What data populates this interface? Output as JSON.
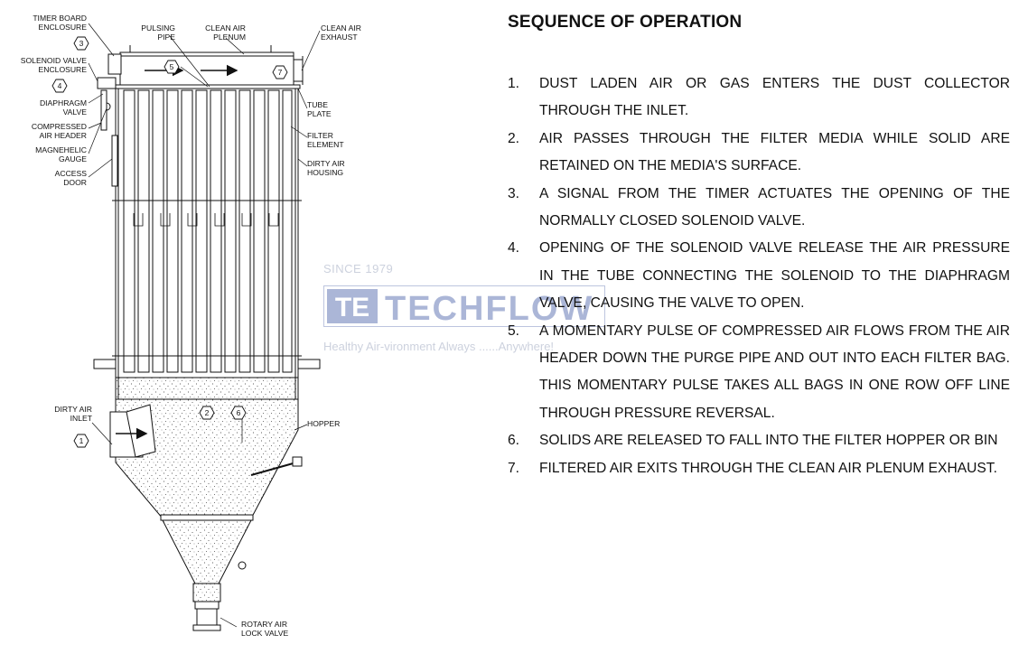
{
  "heading": "SEQUENCE OF OPERATION",
  "steps": [
    {
      "num": "1.",
      "text": "DUST LADEN AIR OR GAS ENTERS THE DUST COLLECTOR THROUGH THE INLET."
    },
    {
      "num": "2.",
      "text": "AIR PASSES THROUGH THE FILTER MEDIA WHILE SOLID ARE RETAINED ON THE MEDIA'S SURFACE."
    },
    {
      "num": "3.",
      "text": "A SIGNAL FROM THE TIMER ACTUATES THE OPENING OF THE NORMALLY CLOSED SOLENOID VALVE."
    },
    {
      "num": "4.",
      "text": "OPENING OF THE SOLENOID VALVE RELEASE THE AIR PRESSURE IN THE TUBE CONNECTING THE SOLENOID TO THE DIAPHRAGM VALVE, CAUSING THE VALVE TO OPEN."
    },
    {
      "num": "5.",
      "text": "A MOMENTARY PULSE OF COMPRESSED AIR FLOWS FROM THE AIR HEADER DOWN THE PURGE PIPE AND OUT INTO EACH FILTER BAG. THIS MOMENTARY PULSE TAKES ALL BAGS IN ONE ROW OFF LINE THROUGH PRESSURE REVERSAL."
    },
    {
      "num": "6.",
      "text": "SOLIDS ARE RELEASED TO FALL INTO THE FILTER HOPPER OR BIN"
    },
    {
      "num": "7.",
      "text": "FILTERED AIR EXITS THROUGH THE CLEAN AIR PLENUM EXHAUST."
    }
  ],
  "diagram": {
    "labels": {
      "timer_board": [
        "TIMER BOARD",
        "ENCLOSURE"
      ],
      "solenoid": [
        "SOLENOID VALVE",
        "ENCLOSURE"
      ],
      "diaphragm": [
        "DIAPHRAGM",
        "VALVE"
      ],
      "compressed": [
        "COMPRESSED",
        "AIR HEADER"
      ],
      "magnehelic": [
        "MAGNEHELIC",
        "GAUGE"
      ],
      "access": [
        "ACCESS",
        "DOOR"
      ],
      "pulsing": [
        "PULSING",
        "PIPE"
      ],
      "plenum": [
        "CLEAN AIR",
        "PLENUM"
      ],
      "exhaust": [
        "CLEAN AIR",
        "EXHAUST"
      ],
      "tube_plate": [
        "TUBE",
        "PLATE"
      ],
      "filter": [
        "FILTER",
        "ELEMENT"
      ],
      "housing": [
        "DIRTY AIR",
        "HOUSING"
      ],
      "inlet": [
        "DIRTY AIR",
        "INLET"
      ],
      "hopper": [
        "HOPPER"
      ],
      "rotary": [
        "ROTARY AIR",
        "LOCK VALVE"
      ]
    },
    "callouts": {
      "c1": "1",
      "c2": "2",
      "c3": "3",
      "c4": "4",
      "c5": "5",
      "c6": "6",
      "c7": "7"
    }
  },
  "watermark": {
    "since": "SINCE 1979",
    "brand": "TECHFLOW",
    "slogan": "Healthy Air-vironment  Always ......Anywhere!"
  },
  "colors": {
    "watermark": "#5a6fb0",
    "line": "#111111"
  }
}
